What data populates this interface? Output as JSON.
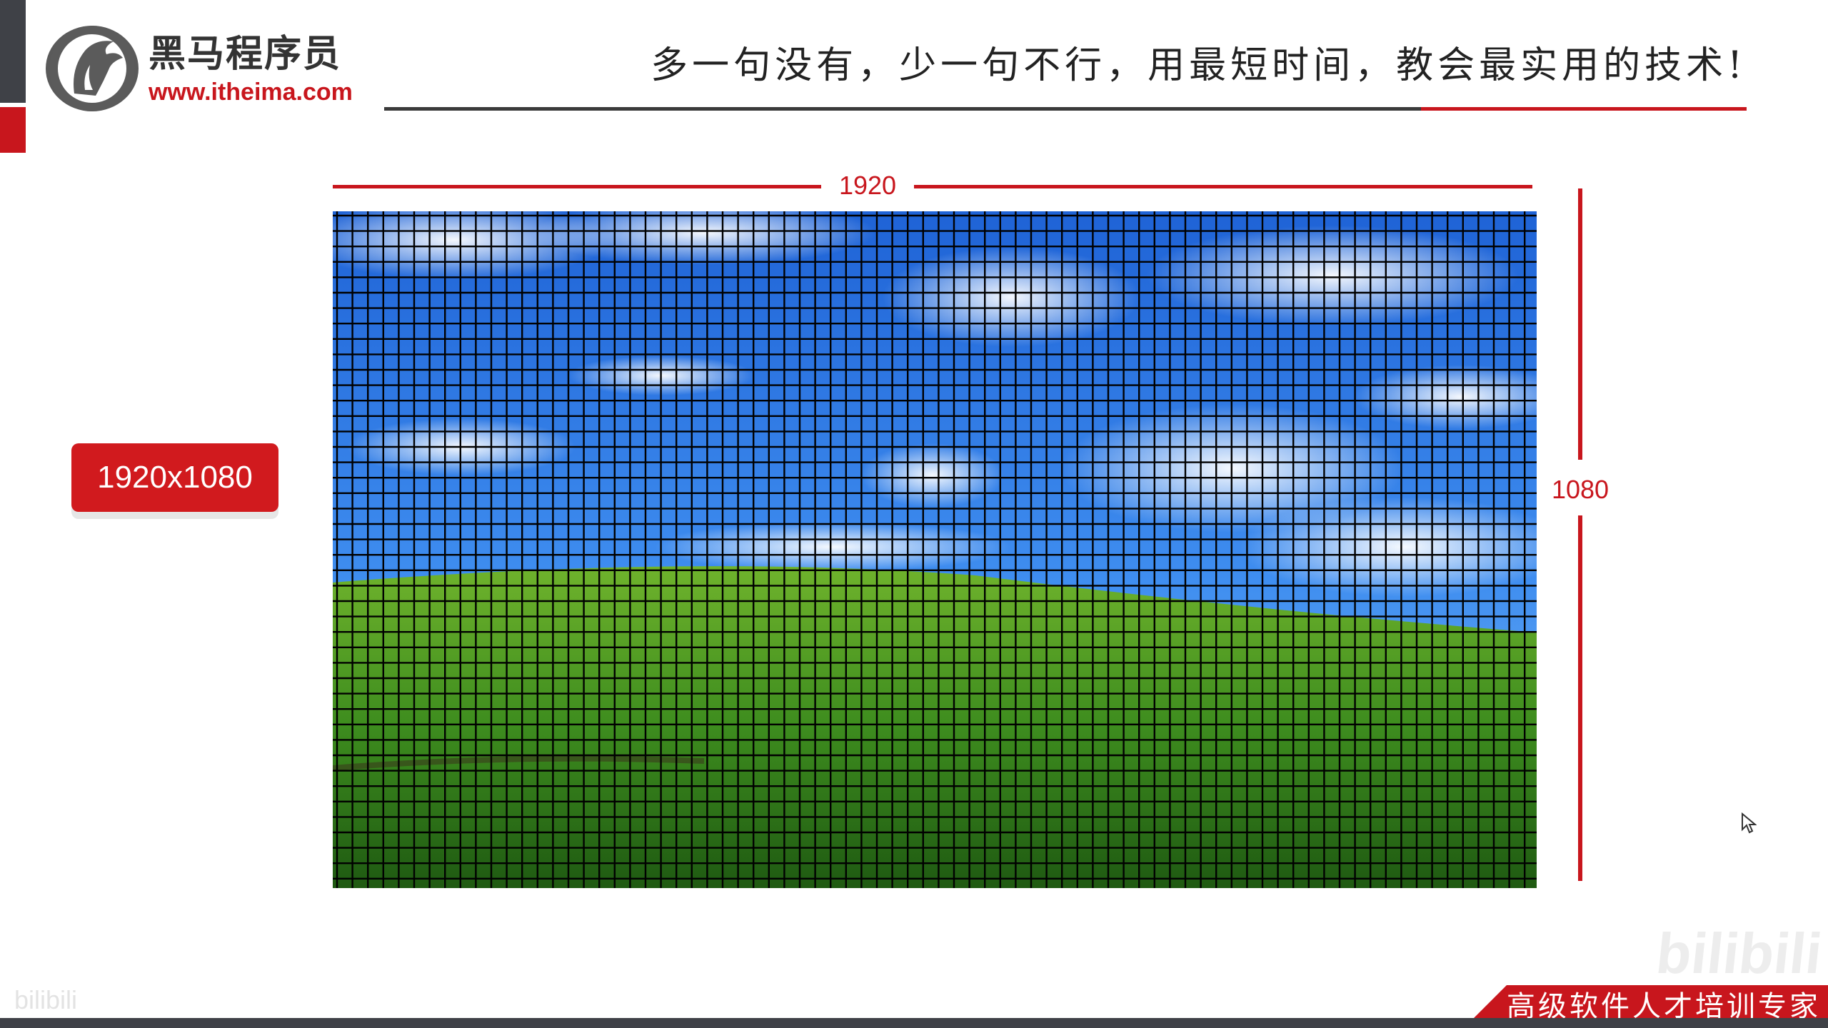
{
  "brand": {
    "name_cn": "黑马程序员",
    "url": "www.itheima.com",
    "logo_icon": "horse-logo-icon"
  },
  "header": {
    "slogan": "多一句没有，少一句不行，用最短时间，教会最实用的技术!"
  },
  "diagram": {
    "width_label": "1920",
    "height_label": "1080",
    "resolution_badge": "1920x1080",
    "image_description_icon": "grassland-wallpaper-grid"
  },
  "footer": {
    "tagline": "高级软件人才培训专家",
    "watermark": "bilibili",
    "watermark_small": "bilibili"
  },
  "colors": {
    "accent_red": "#c8161d",
    "dark_gray": "#3f4147"
  }
}
